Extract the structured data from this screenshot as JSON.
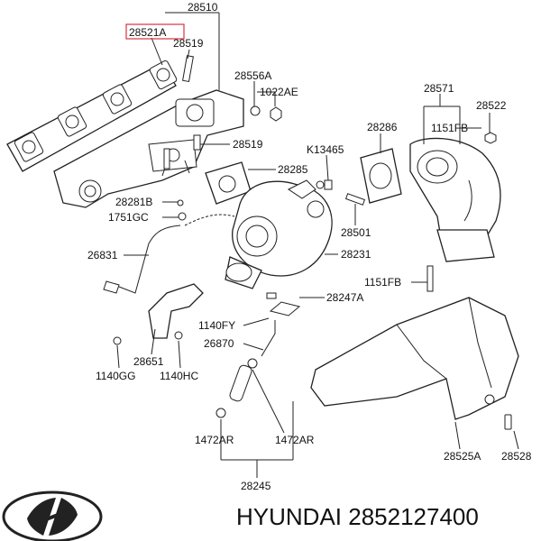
{
  "labels": {
    "p28510": "28510",
    "p28521A": "28521A",
    "p28519a": "28519",
    "p28556A": "28556A",
    "p1022AE": "1022AE",
    "p28519b": "28519",
    "p28571": "28571",
    "p28522": "28522",
    "p28286": "28286",
    "p1151FBa": "1151FB",
    "pK13465": "K13465",
    "p28285": "28285",
    "p28281B": "28281B",
    "p1751GC": "1751GC",
    "p28501": "28501",
    "p28231": "28231",
    "p26831": "26831",
    "p1151FBb": "1151FB",
    "p28247A": "28247A",
    "p1140FY": "1140FY",
    "p26870": "26870",
    "p28651": "28651",
    "p1140GG": "1140GG",
    "p1140HC": "1140HC",
    "p1472ARa": "1472AR",
    "p1472ARb": "1472AR",
    "p28525A": "28525A",
    "p28528": "28528",
    "p28245": "28245"
  },
  "brand": {
    "logo_icon": "hyundai-logo-icon",
    "caption": "HYUNDAI 2852127400",
    "highlight_color": "#d9333f"
  }
}
